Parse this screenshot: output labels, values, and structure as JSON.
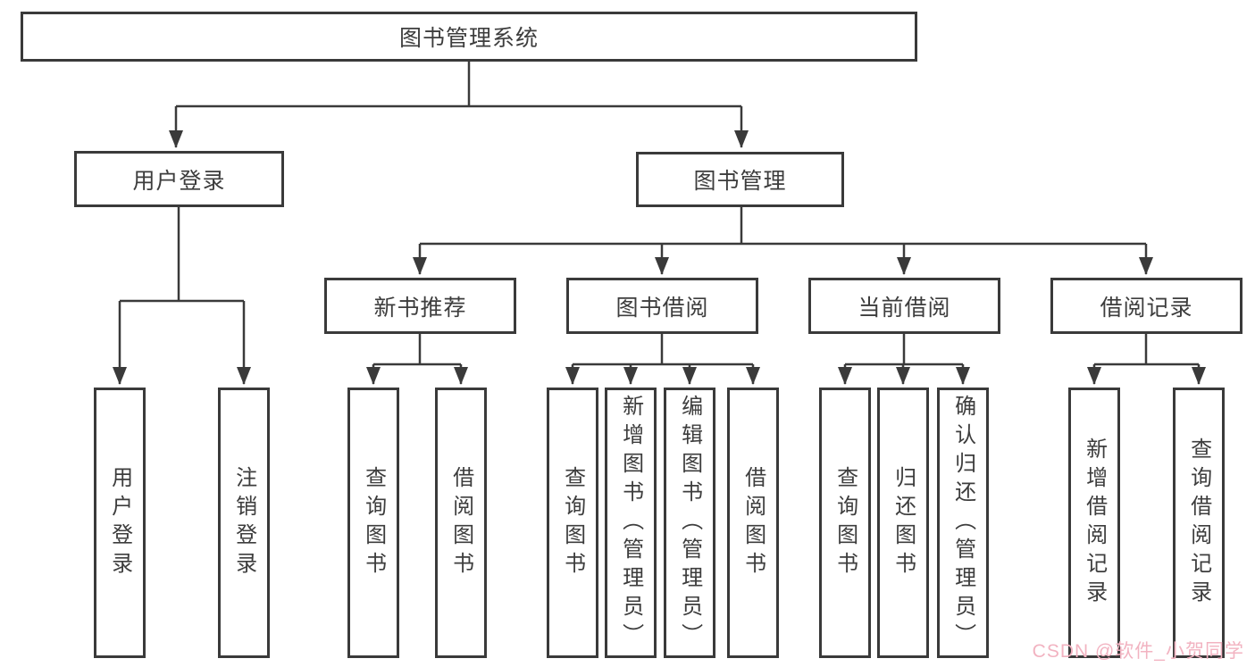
{
  "diagram": {
    "type": "hierarchy-flowchart",
    "tree": {
      "label": "图书管理系统",
      "children": [
        {
          "label": "用户登录",
          "children": [
            {
              "label": "用户登录"
            },
            {
              "label": "注销登录"
            }
          ]
        },
        {
          "label": "图书管理",
          "children": [
            {
              "label": "新书推荐",
              "children": [
                {
                  "label": "查询图书"
                },
                {
                  "label": "借阅图书"
                }
              ]
            },
            {
              "label": "图书借阅",
              "children": [
                {
                  "label": "查询图书"
                },
                {
                  "label": "新增图书（管理员）"
                },
                {
                  "label": "编辑图书（管理员）"
                },
                {
                  "label": "借阅图书"
                }
              ]
            },
            {
              "label": "当前借阅",
              "children": [
                {
                  "label": "查询图书"
                },
                {
                  "label": "归还图书"
                },
                {
                  "label": "确认归还（管理员）"
                }
              ]
            },
            {
              "label": "借阅记录",
              "children": [
                {
                  "label": "新增借阅记录"
                },
                {
                  "label": "查询借阅记录"
                }
              ]
            }
          ]
        }
      ]
    },
    "colors": {
      "line": "#3a3a3a",
      "box_border": "#3a3a3a",
      "box_background": "#ffffff",
      "text": "#3d3d3d",
      "watermark": "#f2b3c1",
      "page_background": "#ffffff"
    }
  },
  "watermark": {
    "text": "CSDN @软件_小贺同学"
  }
}
